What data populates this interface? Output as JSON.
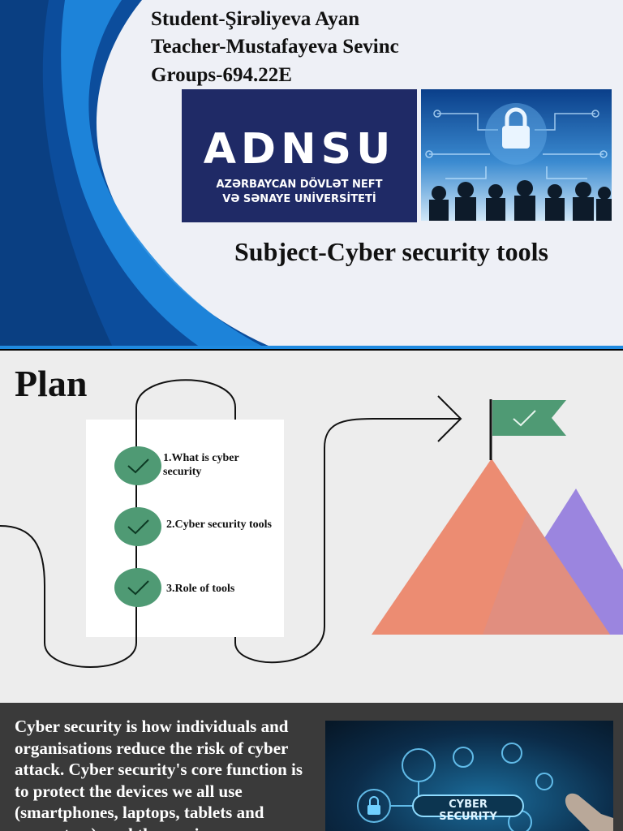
{
  "slide1": {
    "student": "Student-Şirəliyeva Ayan",
    "teacher": "Teacher-Mustafayeva Sevinc",
    "group": "Groups-694.22E",
    "logo": {
      "word": "ADNSU",
      "line1": "AZƏRBAYCAN DÖVLƏT NEFT",
      "line2": "VƏ SƏNAYE UNİVERSİTETİ"
    },
    "subject": "Subject-Cyber security tools",
    "colors": {
      "wave_dark": "#0c4d9c",
      "wave_light": "#1f8ae0",
      "logo_bg": "#1f2a66"
    }
  },
  "slide2": {
    "title": "Plan",
    "items": [
      {
        "label": "1.What is cyber security"
      },
      {
        "label": "2.Cyber security tools"
      },
      {
        "label": "3.Role of tools"
      }
    ],
    "colors": {
      "check": "#4f9a74",
      "mountain_front": "#ec8c72",
      "mountain_back": "#9b85df",
      "flag": "#4f9a74"
    }
  },
  "slide3": {
    "text": "Cyber security is how individuals and organisations reduce the risk of cyber attack. Cyber security's core function is to protect the devices we all use (smartphones, laptops, tablets and computers), and the services",
    "image_label": "CYBER SECURITY"
  }
}
